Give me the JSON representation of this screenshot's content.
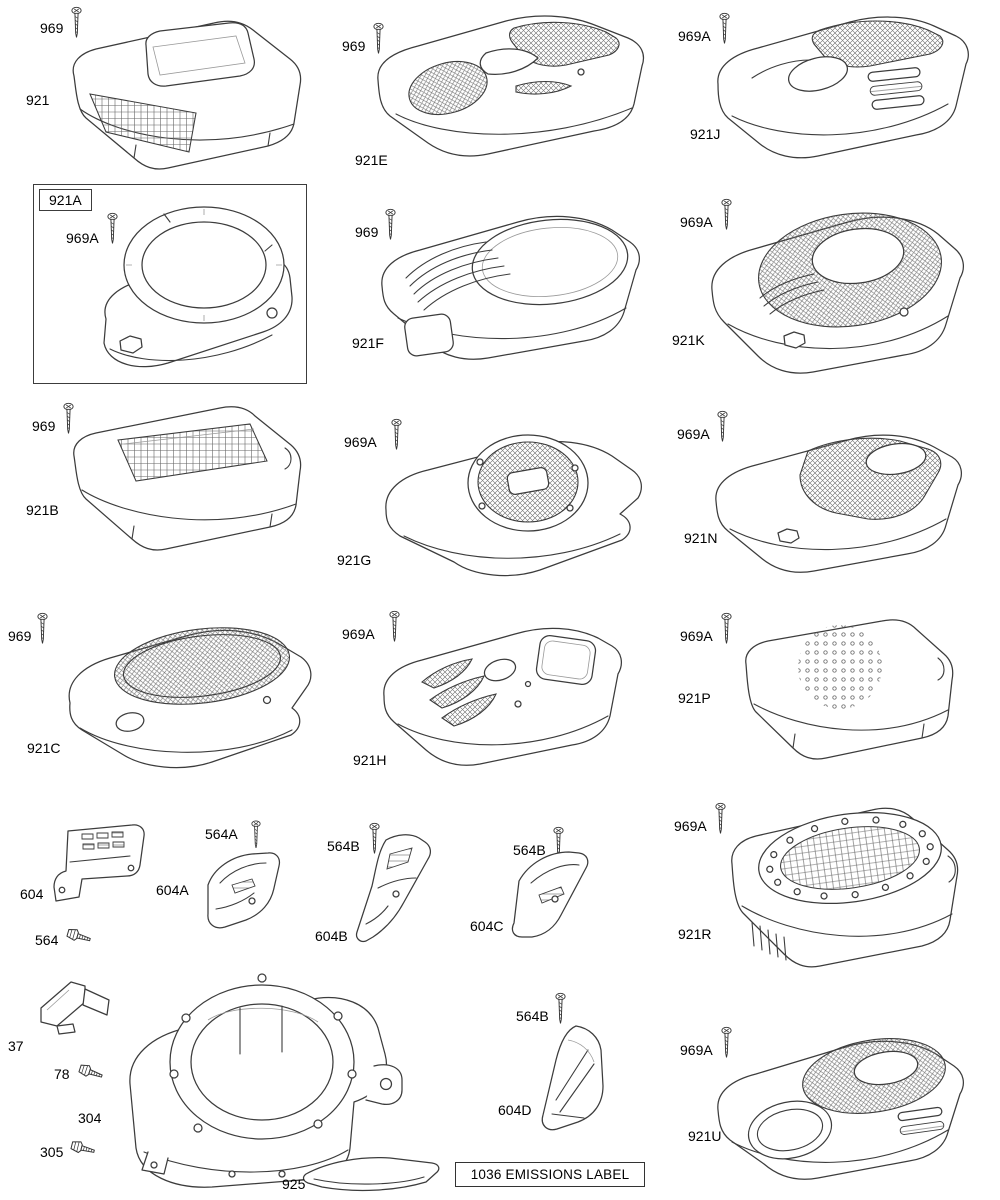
{
  "figure": {
    "emissions_label": "1036 EMISSIONS LABEL"
  },
  "parts": {
    "p921": {
      "label": "921",
      "screw": "969"
    },
    "p921A": {
      "label": "921A",
      "screw": "969A"
    },
    "p921B": {
      "label": "921B",
      "screw": "969"
    },
    "p921C": {
      "label": "921C",
      "screw": "969"
    },
    "p921E": {
      "label": "921E",
      "screw": "969"
    },
    "p921F": {
      "label": "921F",
      "screw": "969"
    },
    "p921G": {
      "label": "921G",
      "screw": "969A"
    },
    "p921H": {
      "label": "921H",
      "screw": "969A"
    },
    "p921J": {
      "label": "921J",
      "screw": "969A"
    },
    "p921K": {
      "label": "921K",
      "screw": "969A"
    },
    "p921N": {
      "label": "921N",
      "screw": "969A"
    },
    "p921P": {
      "label": "921P",
      "screw": "969A"
    },
    "p921R": {
      "label": "921R",
      "screw": "969A"
    },
    "p921U": {
      "label": "921U",
      "screw": "969A"
    },
    "p604": {
      "label": "604",
      "screw": "564"
    },
    "p604A": {
      "label": "604A",
      "screw": "564A"
    },
    "p604B": {
      "label": "604B",
      "screw": "564B"
    },
    "p604C": {
      "label": "604C",
      "screw": "564B"
    },
    "p604D": {
      "label": "604D",
      "screw": "564B"
    },
    "p37": {
      "label": "37"
    },
    "p78": {
      "label": "78"
    },
    "p304": {
      "label": "304"
    },
    "p305": {
      "label": "305"
    },
    "p925": {
      "label": "925"
    }
  }
}
